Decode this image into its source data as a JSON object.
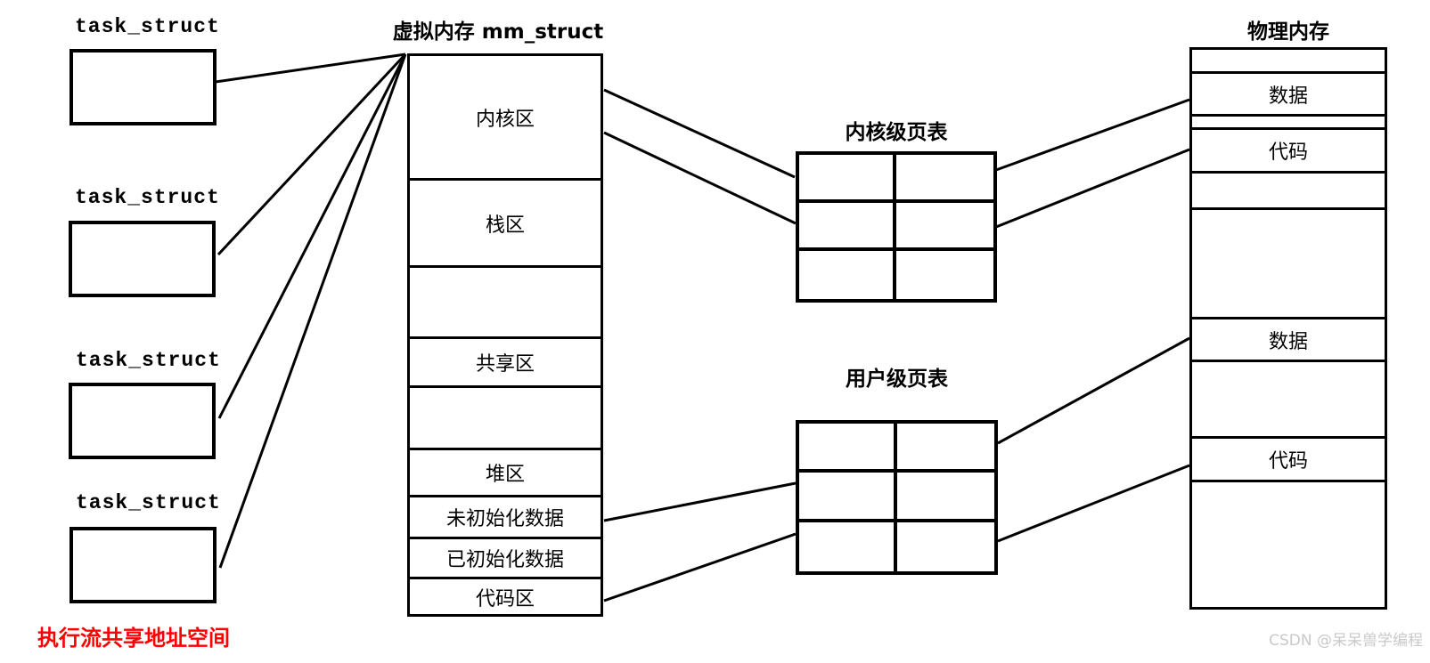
{
  "diagram": {
    "task_structs": [
      {
        "label": "task_struct"
      },
      {
        "label": "task_struct"
      },
      {
        "label": "task_struct"
      },
      {
        "label": "task_struct"
      }
    ],
    "footer_note": "执行流共享地址空间",
    "virtual_memory": {
      "title": "虚拟内存 mm_struct",
      "sections": [
        {
          "label": "内核区"
        },
        {
          "label": "栈区"
        },
        {
          "label": ""
        },
        {
          "label": "共享区"
        },
        {
          "label": ""
        },
        {
          "label": "堆区"
        },
        {
          "label": "未初始化数据"
        },
        {
          "label": "已初始化数据"
        },
        {
          "label": "代码区"
        }
      ]
    },
    "kernel_page_table": {
      "title": "内核级页表",
      "rows": 3,
      "cols": 2
    },
    "user_page_table": {
      "title": "用户级页表",
      "rows": 3,
      "cols": 2
    },
    "physical_memory": {
      "title": "物理内存",
      "sections": [
        {
          "label": ""
        },
        {
          "label": "数据"
        },
        {
          "label": ""
        },
        {
          "label": "代码"
        },
        {
          "label": ""
        },
        {
          "label": ""
        },
        {
          "label": "数据"
        },
        {
          "label": ""
        },
        {
          "label": "代码"
        },
        {
          "label": ""
        }
      ]
    },
    "watermark": "CSDN @呆呆兽学编程",
    "colors": {
      "line": "#000000",
      "note_red": "#ff0000",
      "watermark_gray": "#c9c9c9"
    }
  }
}
